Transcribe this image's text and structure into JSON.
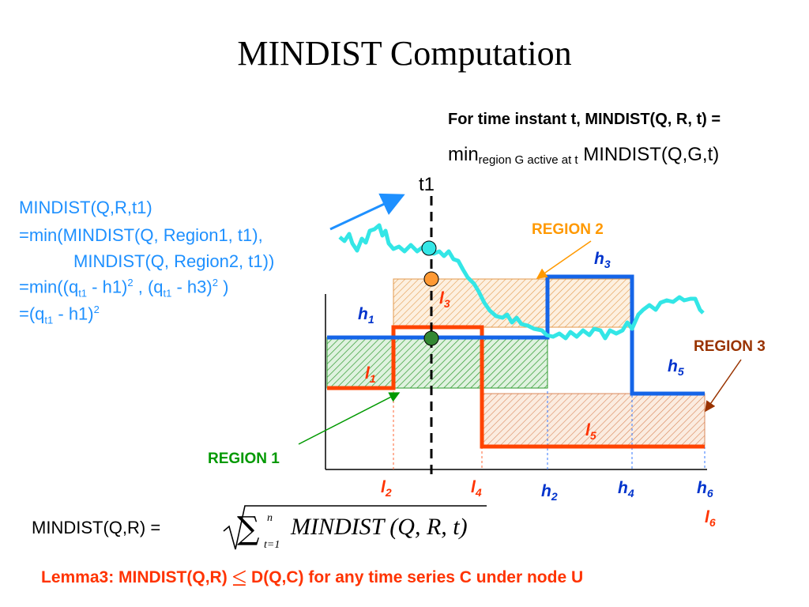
{
  "slide": {
    "title": "MINDIST Computation",
    "definition": {
      "line1": "For time instant t, MINDIST(Q, R, t) =",
      "line2_prefix": "min",
      "line2_subscript": "region G active at t",
      "line2_suffix": "MINDIST(Q,G,t)"
    },
    "derivation": {
      "line1": "MINDIST(Q,R,t1)",
      "line2": "=min(MINDIST(Q, Region1, t1),",
      "line3": "MINDIST(Q, Region2, t1))",
      "line4": {
        "p1": "=min((q",
        "sub1": "t1",
        "p2": " - h1)",
        "sup1": "2",
        "p3": " , (q",
        "sub2": "t1",
        "p4": " - h3)",
        "sup2": "2",
        "p5": " )"
      },
      "line5": {
        "p1": "=(q",
        "sub": "t1",
        "p2": " - h1)",
        "sup": "2"
      }
    },
    "diagram": {
      "time_marker": "t1",
      "regions": [
        {
          "label": "REGION 1",
          "color": "#009900"
        },
        {
          "label": "REGION 2",
          "color": "#ff9900"
        },
        {
          "label": "REGION 3",
          "color": "#993300"
        }
      ],
      "labels": {
        "h1": {
          "base": "h",
          "sub": "1"
        },
        "h2": {
          "base": "h",
          "sub": "2"
        },
        "h3": {
          "base": "h",
          "sub": "3"
        },
        "h4": {
          "base": "h",
          "sub": "4"
        },
        "h5": {
          "base": "h",
          "sub": "5"
        },
        "h6": {
          "base": "h",
          "sub": "6"
        },
        "l1": {
          "base": "l",
          "sub": "1"
        },
        "l2": {
          "base": "l",
          "sub": "2"
        },
        "l3": {
          "base": "l",
          "sub": "3"
        },
        "l4": {
          "base": "l",
          "sub": "4"
        },
        "l5": {
          "base": "l",
          "sub": "5"
        },
        "l6": {
          "base": "l",
          "sub": "6"
        }
      },
      "colors": {
        "upper_bound": "#1565e8",
        "lower_bound": "#ff4400",
        "query_series": "#33e6e6",
        "annotation_text": "#1e90ff",
        "h_label": "#0033cc",
        "l_label": "#ff3300"
      }
    },
    "formula": {
      "lhs": "MINDIST(Q,R) =",
      "sum_upper": "n",
      "sum_lower": "t=1",
      "body": "MINDIST (Q, R, t)"
    },
    "lemma": {
      "prefix": "Lemma3: MINDIST(Q,R)",
      "symbol": "≤",
      "suffix": "D(Q,C) for any time series C  under node U"
    }
  }
}
